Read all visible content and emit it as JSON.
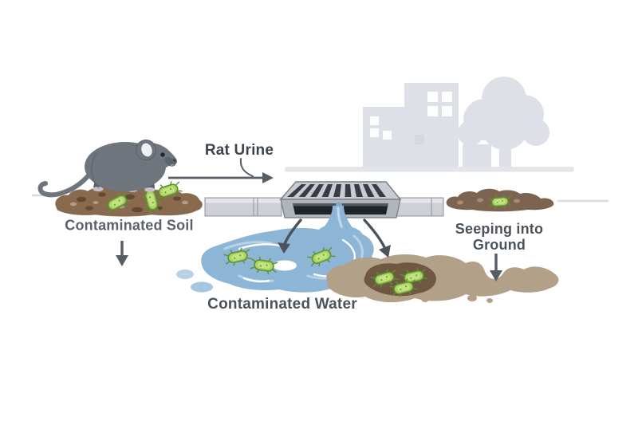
{
  "labels": {
    "rat_urine": "Rat Urine",
    "contaminated_soil": "Contaminated Soil",
    "contaminated_water": "Contaminated Water",
    "seeping_into_ground": {
      "line1": "Seeping into",
      "line2": "Ground"
    }
  },
  "colors": {
    "background": "#ffffff",
    "label_text": "#4a525a",
    "arrow": "#4c535a",
    "city_silhouette": "#dde1e7",
    "rat_body": "#6e757d",
    "soil_brown": "#8a6a4f",
    "soil_mound_right": "#7d6450",
    "water_blue": "#8db6d6",
    "water_highlight": "#b9d2e7",
    "seepage_tan": "#b2a089",
    "seepage_dark_brown": "#6f5742",
    "bacteria_green": "#aad55e",
    "bacteria_outline": "#5f9036",
    "drain_opening": "#1f2428",
    "curb_gray": "#cdd1d6"
  },
  "scene": {
    "description": "Pathway of rat urine contamination: rat on contaminated soil, urine flows to a storm drain, contaminated water pools and seeps into the ground",
    "components": [
      "rat",
      "contaminated soil mound",
      "storm drain grate",
      "city buildings and tree silhouette",
      "contaminated water puddle",
      "soil mound beside drain",
      "seepage patch",
      "bacteria"
    ]
  }
}
